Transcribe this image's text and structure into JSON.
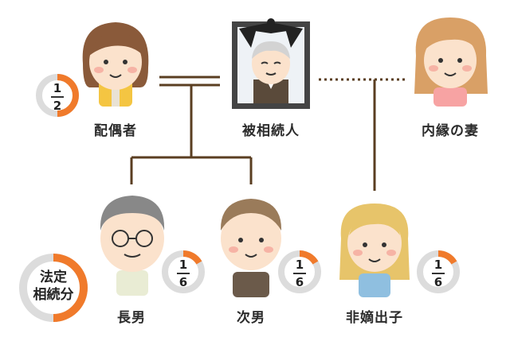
{
  "labels": {
    "spouse": "配偶者",
    "deceased": "被相続人",
    "partner": "内縁の妻",
    "son1": "長男",
    "son2": "次男",
    "illegitimate": "非嫡出子"
  },
  "shares": {
    "spouse": {
      "num": "1",
      "den": "2",
      "fraction": 0.5
    },
    "son1": {
      "num": "1",
      "den": "6",
      "fraction": 0.1667
    },
    "son2": {
      "num": "1",
      "den": "6",
      "fraction": 0.1667
    },
    "illegitimate": {
      "num": "1",
      "den": "6",
      "fraction": 0.1667
    }
  },
  "legend": {
    "line1": "法定",
    "line2": "相続分"
  },
  "colors": {
    "ring_accent": "#f07a2b",
    "ring_base": "#dcdcdc",
    "line": "#5a3e21",
    "frame": "#444444"
  }
}
